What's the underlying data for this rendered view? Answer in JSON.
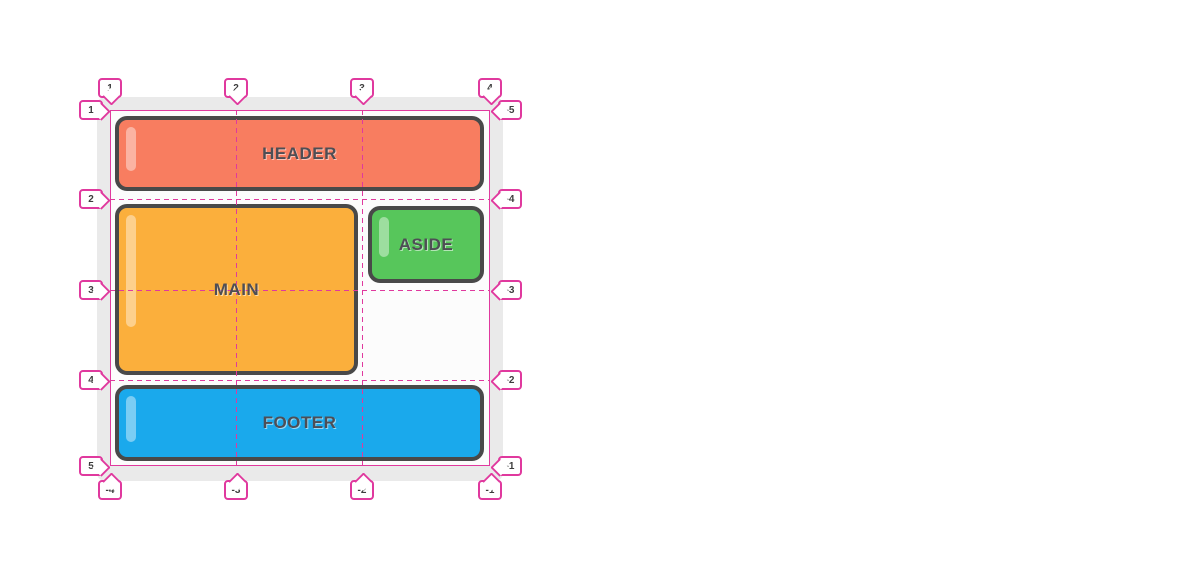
{
  "diagram": {
    "areas": [
      {
        "name": "header",
        "label": "HEADER",
        "color": "#F87D60"
      },
      {
        "name": "main",
        "label": "MAIN",
        "color": "#FBAF3C"
      },
      {
        "name": "aside",
        "label": "ASIDE",
        "color": "#57C65B"
      },
      {
        "name": "footer",
        "label": "FOOTER",
        "color": "#1AA9EC"
      }
    ],
    "line_numbers": {
      "top": [
        "1",
        "2",
        "3",
        "4"
      ],
      "left": [
        "1",
        "2",
        "3",
        "4",
        "5"
      ],
      "right": [
        "-5",
        "-4",
        "-3",
        "-2",
        "-1"
      ],
      "bottom": [
        "-4",
        "-3",
        "-2",
        "-1"
      ]
    },
    "colors": {
      "grid_line": "#E0399E",
      "container_bg": "#EAEAEA",
      "content_bg": "#FCFCFC",
      "box_border": "#494949",
      "label_text": "#4E4E55",
      "marker_text": "#3C3C3C"
    }
  }
}
